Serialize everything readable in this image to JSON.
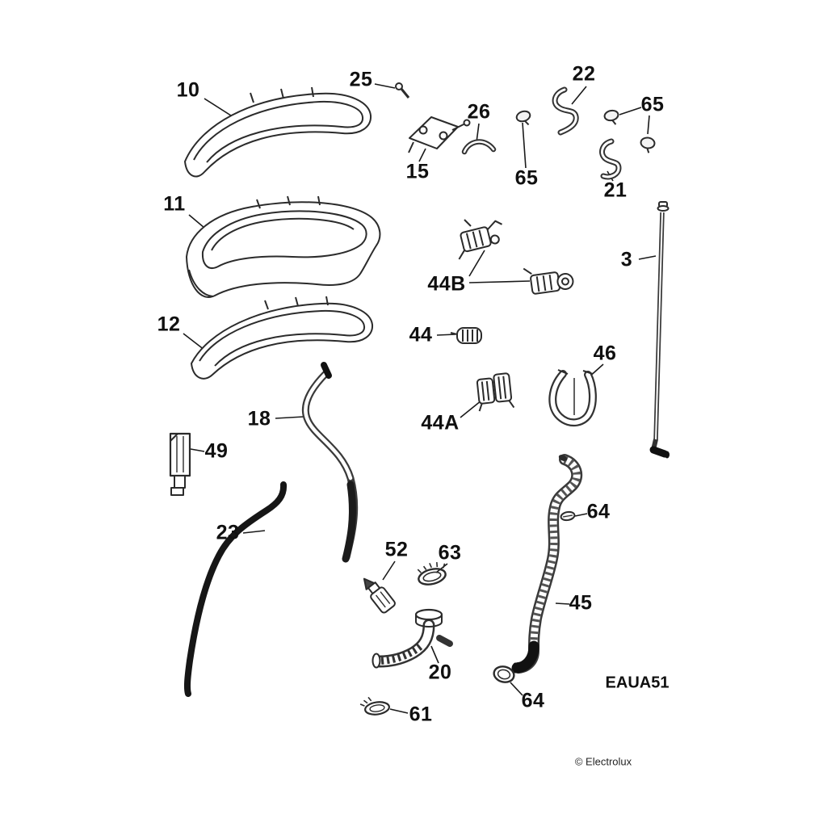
{
  "diagram": {
    "code": "EAUA51",
    "copyright": "© Electrolux",
    "colors": {
      "background": "#ffffff",
      "ink": "#1c1c1c"
    },
    "labels": [
      {
        "text": "10"
      },
      {
        "text": "25"
      },
      {
        "text": "22"
      },
      {
        "text": "65"
      },
      {
        "text": "26"
      },
      {
        "text": "15"
      },
      {
        "text": "65"
      },
      {
        "text": "21"
      },
      {
        "text": "11"
      },
      {
        "text": "3"
      },
      {
        "text": "44B"
      },
      {
        "text": "12"
      },
      {
        "text": "44"
      },
      {
        "text": "46"
      },
      {
        "text": "18"
      },
      {
        "text": "44A"
      },
      {
        "text": "49"
      },
      {
        "text": "23"
      },
      {
        "text": "52"
      },
      {
        "text": "63"
      },
      {
        "text": "64"
      },
      {
        "text": "45"
      },
      {
        "text": "20"
      },
      {
        "text": "64"
      },
      {
        "text": "61"
      }
    ],
    "parts": [
      {
        "ref": "10",
        "shape": "curved-lid-frame"
      },
      {
        "ref": "11",
        "shape": "curved-lid-assembly"
      },
      {
        "ref": "12",
        "shape": "curved-lid-frame"
      },
      {
        "ref": "15",
        "shape": "bracket-with-screws"
      },
      {
        "ref": "25",
        "shape": "screw"
      },
      {
        "ref": "26",
        "shape": "short-curved-hose"
      },
      {
        "ref": "22",
        "shape": "s-hook"
      },
      {
        "ref": "21",
        "shape": "s-hook"
      },
      {
        "ref": "65",
        "shape": "small-clip"
      },
      {
        "ref": "3",
        "shape": "long-tube"
      },
      {
        "ref": "44B",
        "shape": "clamp-assembly"
      },
      {
        "ref": "44",
        "shape": "hose-clamp"
      },
      {
        "ref": "44A",
        "shape": "hose-clamp"
      },
      {
        "ref": "46",
        "shape": "hose-guide"
      },
      {
        "ref": "18",
        "shape": "hose"
      },
      {
        "ref": "49",
        "shape": "bracket"
      },
      {
        "ref": "23",
        "shape": "long-hose"
      },
      {
        "ref": "52",
        "shape": "nozzle"
      },
      {
        "ref": "63",
        "shape": "ring-clamp"
      },
      {
        "ref": "20",
        "shape": "elbow-hose"
      },
      {
        "ref": "61",
        "shape": "ring-clamp"
      },
      {
        "ref": "45",
        "shape": "corrugated-drain-hose"
      },
      {
        "ref": "64",
        "shape": "small-clip"
      }
    ]
  }
}
